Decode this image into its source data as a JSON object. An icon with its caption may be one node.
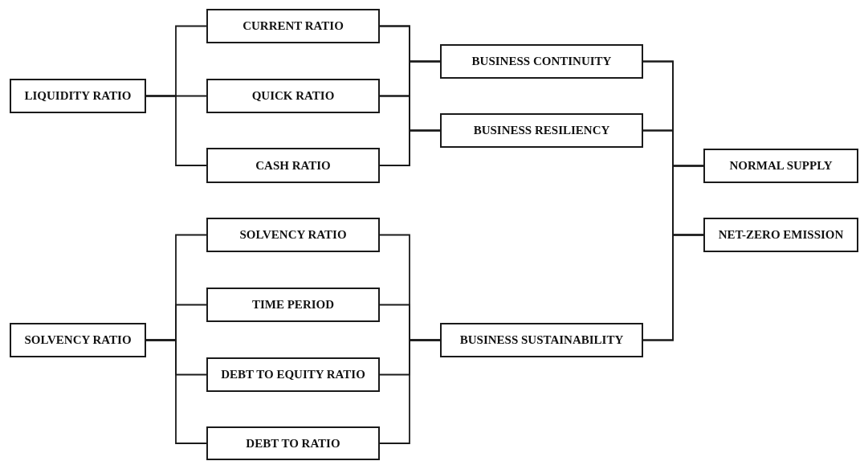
{
  "diagram": {
    "nodes": [
      {
        "text": [
          "LIQUIDITY RATIO"
        ]
      },
      {
        "text": [
          "CURRENT RATIO"
        ]
      },
      {
        "text": [
          "QUICK RATIO"
        ]
      },
      {
        "text": [
          "CASH RATIO"
        ]
      },
      {
        "text": [
          "SOLVENCY RATIO"
        ]
      },
      {
        "text": [
          "SOLVENCY RATIO"
        ]
      },
      {
        "text": [
          "TIME PERIOD"
        ]
      },
      {
        "text": [
          "DEBT TO EQUITY RATIO"
        ]
      },
      {
        "text": [
          "DEBT TO RATIO"
        ]
      },
      {
        "text": [
          "BUSINESS CONTINUITY"
        ]
      },
      {
        "text": [
          "BUSINESS RESILIENCY"
        ]
      },
      {
        "text": [
          "BUSINESS SUSTAINABILITY"
        ]
      },
      {
        "text": [
          "NORMAL SUPPLY"
        ]
      },
      {
        "text": [
          "NET-ZERO EMISSION"
        ]
      }
    ],
    "edges": [
      {
        "from": 0,
        "to": 1,
        "arrow": "none"
      },
      {
        "from": 0,
        "to": 2,
        "arrow": "none"
      },
      {
        "from": 0,
        "to": 3,
        "arrow": "none"
      },
      {
        "from": 4,
        "to": 5,
        "arrow": "none"
      },
      {
        "from": 4,
        "to": 6,
        "arrow": "none"
      },
      {
        "from": 4,
        "to": 7,
        "arrow": "none"
      },
      {
        "from": 4,
        "to": 8,
        "arrow": "none"
      },
      {
        "from": 1,
        "to": 9,
        "arrow": "none"
      },
      {
        "from": 2,
        "to": 9,
        "arrow": "none"
      },
      {
        "from": 3,
        "to": 9,
        "arrow": "none"
      },
      {
        "from": 1,
        "to": 10,
        "arrow": "none"
      },
      {
        "from": 2,
        "to": 10,
        "arrow": "none"
      },
      {
        "from": 3,
        "to": 10,
        "arrow": "none"
      },
      {
        "from": 5,
        "to": 11,
        "arrow": "none"
      },
      {
        "from": 6,
        "to": 11,
        "arrow": "none"
      },
      {
        "from": 7,
        "to": 11,
        "arrow": "none"
      },
      {
        "from": 8,
        "to": 11,
        "arrow": "none"
      },
      {
        "from": 9,
        "to": 12,
        "arrow": "none"
      },
      {
        "from": 10,
        "to": 12,
        "arrow": "none"
      },
      {
        "from": 11,
        "to": 12,
        "arrow": "none"
      },
      {
        "from": 9,
        "to": 13,
        "arrow": "none"
      },
      {
        "from": 10,
        "to": 13,
        "arrow": "none"
      },
      {
        "from": 11,
        "to": 13,
        "arrow": "none"
      }
    ]
  }
}
